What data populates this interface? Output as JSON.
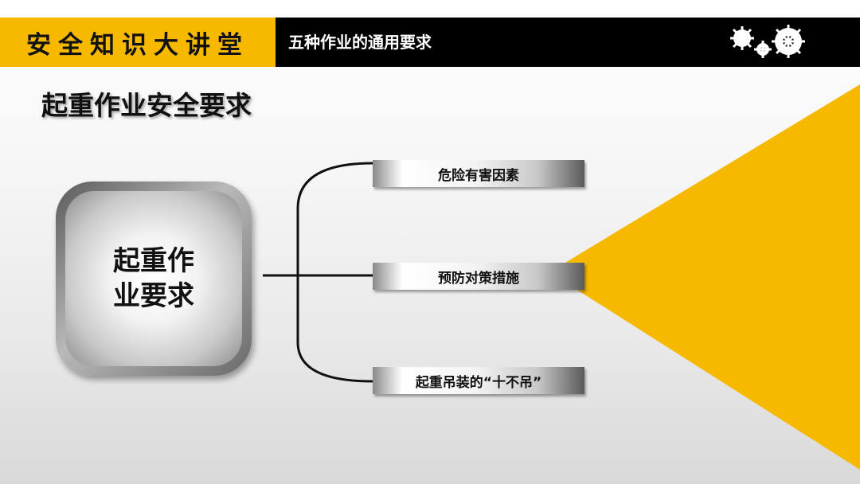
{
  "header": {
    "brand": "安全知识大讲堂",
    "subtitle": "五种作业的通用要求",
    "icon": "gears-icon"
  },
  "page_title": "起重作业安全要求",
  "diagram": {
    "center_label": "起重作业要求",
    "items": [
      {
        "label": "危险有害因素"
      },
      {
        "label": "预防对策措施"
      },
      {
        "label": "起重吊装的“十不吊”"
      }
    ]
  },
  "colors": {
    "accent_yellow": "#f7b800",
    "header_black": "#000000"
  }
}
